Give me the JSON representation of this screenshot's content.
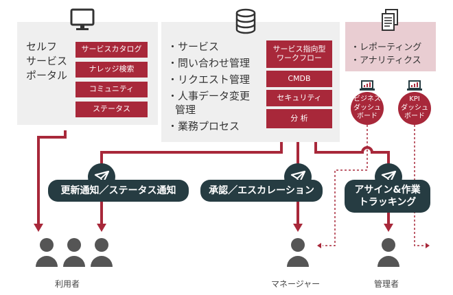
{
  "self_service": {
    "title_lines": [
      "セルフ",
      "サービス",
      "ポータル"
    ],
    "items": [
      "サービスカタログ",
      "ナレッジ検索",
      "コミュニティ",
      "ステータス"
    ]
  },
  "services": {
    "bullets": [
      "・サービス",
      "・問い合わせ管理",
      "・リクエスト管理",
      "・人事データ変更",
      "管理",
      "・業務プロセス"
    ],
    "items": [
      "サービス指向型\nワークフロー",
      "CMDB",
      "セキュリティ",
      "分 析"
    ]
  },
  "reporting": {
    "bullets": [
      "・レポーティング",
      "・アナリティクス"
    ],
    "dashboards": [
      "ビジネス\nダッシュ\nボード",
      "KPI\nダッシュ\nボード"
    ]
  },
  "badges": {
    "notify": "更新通知／ステータス通知",
    "approval": "承認／エスカレーション",
    "assign": "アサイン&作業\nトラッキング"
  },
  "roles": {
    "users": "利用者",
    "manager": "マネージャー",
    "admin": "管理者"
  },
  "colors": {
    "accent": "#a8283a",
    "dark": "#263c42",
    "panel": "#efefef",
    "pink_panel": "#e9cdd2"
  },
  "icons": [
    "monitor-icon",
    "database-icon",
    "document-icon",
    "paper-plane-icon",
    "laptop-chart-icon",
    "person-icon"
  ]
}
